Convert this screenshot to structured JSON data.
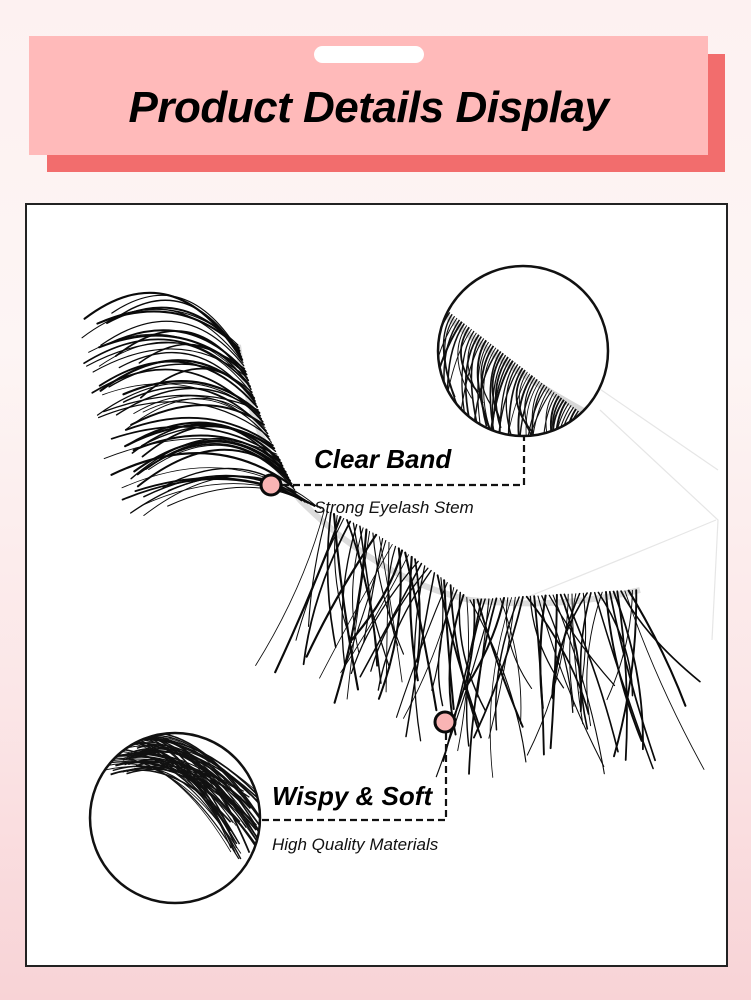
{
  "header": {
    "title": "Product Details Display"
  },
  "colors": {
    "banner_front": "#ffbaba",
    "banner_shadow": "#f26d6d",
    "marker_fill": "#f9b4b4",
    "frame_border": "#222222"
  },
  "callouts": [
    {
      "title": "Clear Band",
      "subtitle": "Strong Eyelash Stem",
      "zoom_icon": "magnified-band-circle"
    },
    {
      "title": "Wispy & Soft",
      "subtitle": "High Quality Materials",
      "zoom_icon": "magnified-lash-tips-circle"
    }
  ]
}
